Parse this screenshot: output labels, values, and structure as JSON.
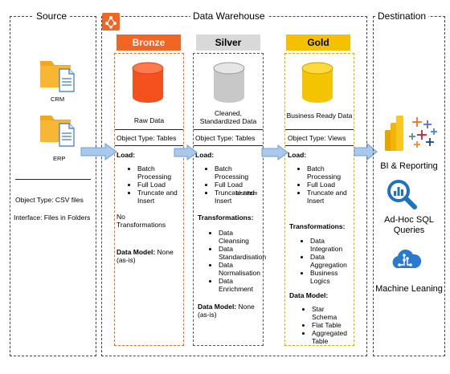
{
  "sections": {
    "source": "Source",
    "warehouse": "Data Warehouse",
    "destination": "Destination"
  },
  "source": {
    "items": [
      {
        "label": "CRM",
        "icon": "folder-document-icon"
      },
      {
        "label": "ERP",
        "icon": "folder-document-icon"
      }
    ],
    "object_type": "Object Type: CSV files",
    "interface": "Interface: Files in Folders"
  },
  "layers": [
    {
      "name": "Bronze",
      "header_color": "#f26522",
      "header_text_color": "#ffffff",
      "cylinder_color": "#f4511e",
      "desc": "Raw Data",
      "object_type": "Object Type: Tables",
      "load_title": "Load:",
      "load_items": [
        "Batch Processing",
        "Full Load",
        "Truncate and Insert"
      ],
      "transformations_note": "No Transformations",
      "data_model_title": "Data Model:",
      "data_model_value": "None (as-is)"
    },
    {
      "name": "Silver",
      "header_color": "#d9d9d9",
      "header_text_color": "#000000",
      "cylinder_color": "#c8c8c8",
      "desc": "Cleaned, Standardized Data",
      "object_type": "Object Type: Tables",
      "load_title": "Load:",
      "load_items": [
        "Batch Processing",
        "Full Load",
        "Truncate and Insert"
      ],
      "stray_label": "List Item",
      "transformations_title": "Transformations:",
      "transformations": [
        "Data Cleansing",
        "Data Standardisation",
        "Data Normalisation",
        "Data Enrichment"
      ],
      "data_model_title": "Data Model:",
      "data_model_value": "None (as-is)"
    },
    {
      "name": "Gold",
      "header_color": "#f6c000",
      "header_text_color": "#000000",
      "cylinder_color": "#f3c400",
      "desc": "Business Ready Data",
      "object_type": "Object Type: Views",
      "load_title": "Load:",
      "load_items": [
        "Batch Processing",
        "Full Load",
        "Truncate and Insert"
      ],
      "transformations_title": "Transformations:",
      "transformations": [
        "Data Integration",
        "Data Aggregation",
        "Business Logics"
      ],
      "data_model_title": "Data Model:",
      "data_model_items": [
        "Star Schema",
        "Flat Table",
        "Aggregated Table"
      ]
    }
  ],
  "destination": [
    {
      "label": "BI & Reporting",
      "icon": "bi-chart-icon"
    },
    {
      "label": "Ad-Hoc SQL Queries",
      "icon": "sql-query-icon"
    },
    {
      "label": "Machine Leaning",
      "icon": "machine-learning-icon"
    }
  ],
  "colors": {
    "arrow": "#a9c8ea",
    "arrow_stroke": "#6e9fd4",
    "accent_orange": "#f26522"
  }
}
